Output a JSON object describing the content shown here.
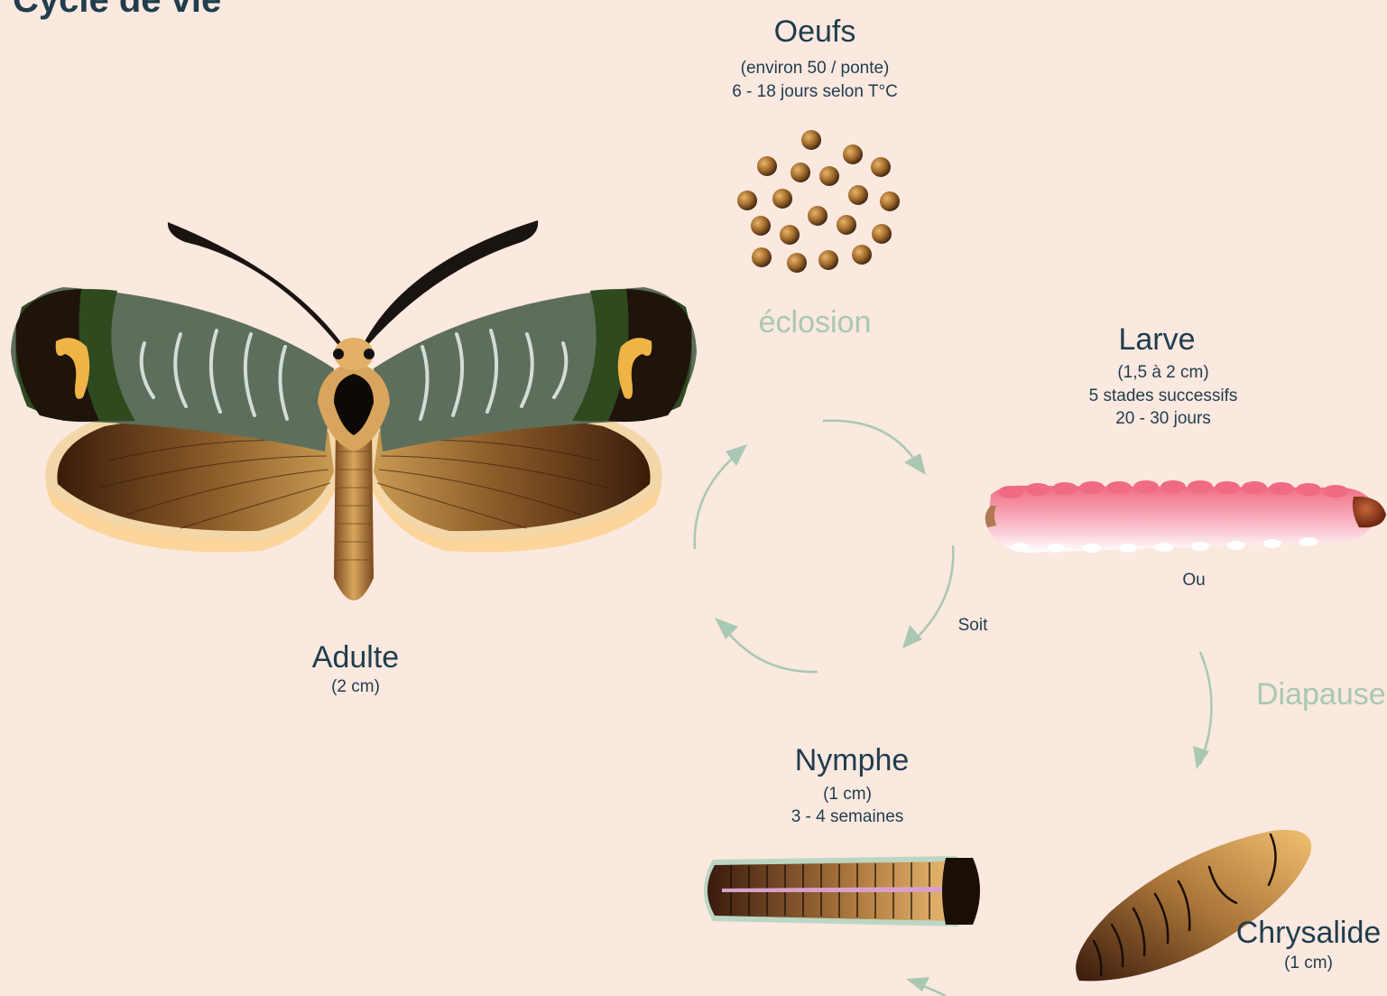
{
  "page_title": "Cycle de vie",
  "stages": {
    "eggs": {
      "title": "Oeufs",
      "line1": "(environ 50 / ponte)",
      "line2": "6 - 18 jours selon T°C"
    },
    "larva": {
      "title": "Larve",
      "line1": "(1,5 à 2 cm)",
      "line2": "5 stades successifs",
      "line3": "20 - 30 jours"
    },
    "adult": {
      "title": "Adulte",
      "line1": "(2 cm)"
    },
    "nymph": {
      "title": "Nymphe",
      "line1": "(1 cm)",
      "line2": "3 - 4 semaines"
    },
    "chrysalis": {
      "title": "Chrysalide",
      "line1": "(1 cm)"
    }
  },
  "transitions": {
    "hatching": "éclosion",
    "diapause": "Diapause",
    "either": "Soit",
    "or": "Ou"
  },
  "colors": {
    "background": "#fbe8df",
    "text": "#1f3d4d",
    "arrow": "#a8c8b3"
  }
}
